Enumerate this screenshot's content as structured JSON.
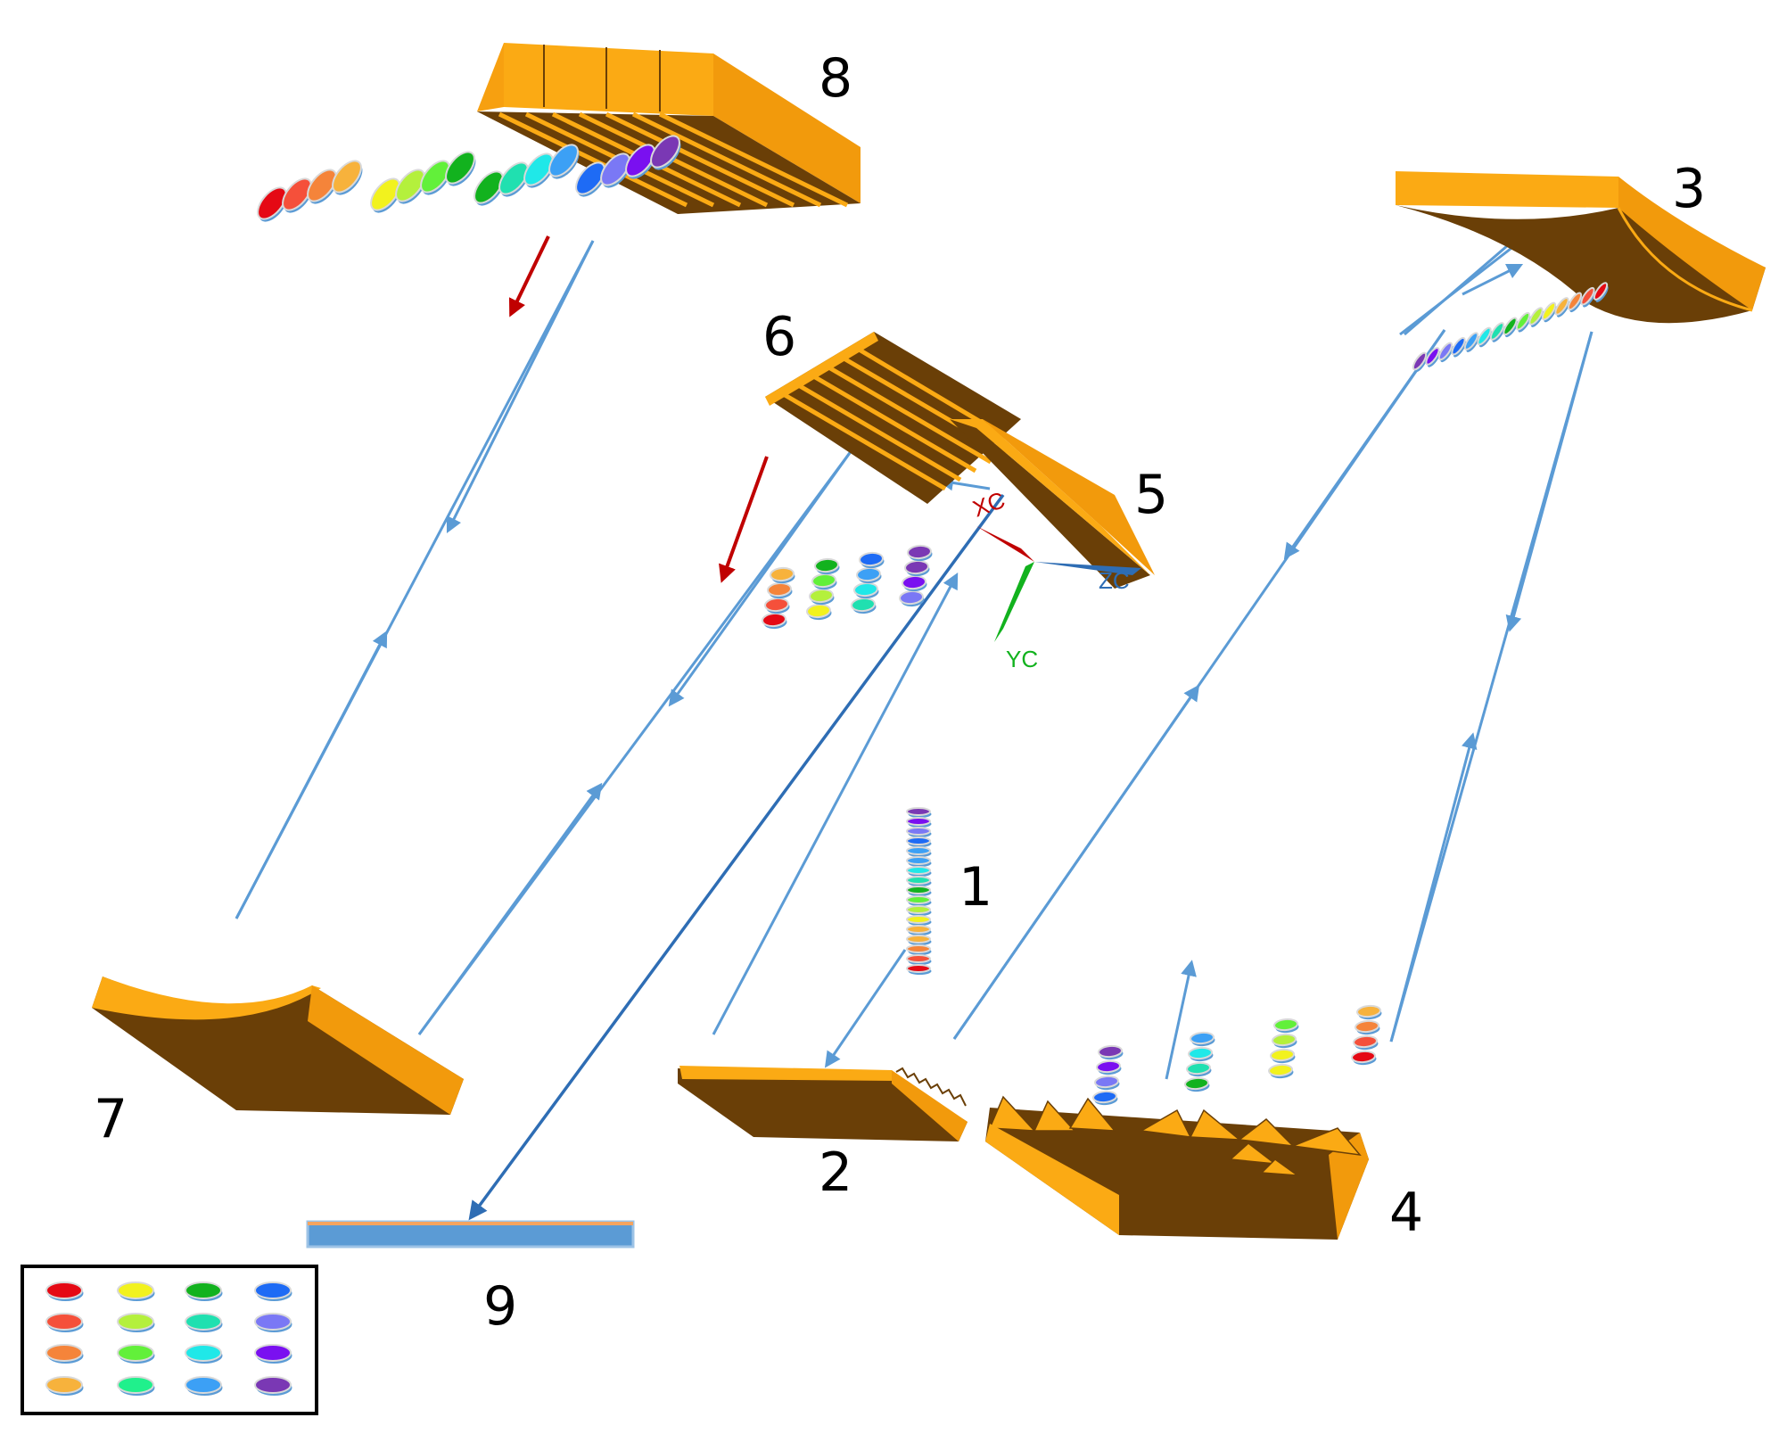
{
  "labels": {
    "c1": "1",
    "c2": "2",
    "c3": "3",
    "c4": "4",
    "c5": "5",
    "c6": "6",
    "c7": "7",
    "c8": "8",
    "c9": "9"
  },
  "axes": {
    "x": "XC",
    "y": "YC",
    "z": "ZC"
  },
  "colors": {
    "body_top": "#FBAA14",
    "body_side": "#F29A0C",
    "body_dark": "#6A3F07",
    "ray": "#5B9BD5",
    "ray_dark": "#2E6DB4",
    "arrow_red": "#C00000",
    "detector": "#5B9BD5",
    "detector_edge": "#F4A460"
  },
  "legend_colors": [
    [
      "#E50914",
      "#F2F21E",
      "#12B21E",
      "#1E6BF5"
    ],
    [
      "#F5503A",
      "#B4F03C",
      "#20E0B0",
      "#7A78F5"
    ],
    [
      "#F5843A",
      "#62F03A",
      "#20E8E8",
      "#7A10F0"
    ],
    [
      "#F7B23C",
      "#20F08C",
      "#3CA0F5",
      "#7A38B4"
    ]
  ],
  "spectrum": [
    "#E50914",
    "#F5503A",
    "#F5843A",
    "#F7B23C",
    "#F2F21E",
    "#B4F03C",
    "#62F03A",
    "#12B21E",
    "#20E0B0",
    "#20E8E8",
    "#3CA0F5",
    "#1E6BF5",
    "#7A78F5",
    "#7A10F0",
    "#7A38B4"
  ]
}
